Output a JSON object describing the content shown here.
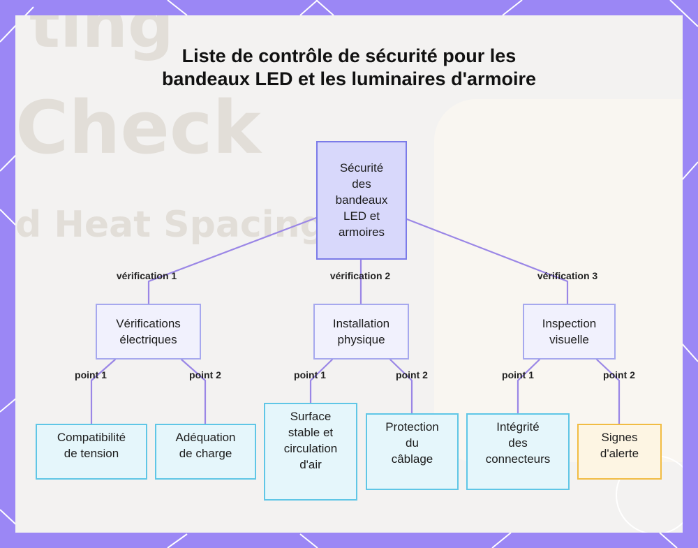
{
  "title": "Liste de contrôle de sécurité pour les bandeaux LED et les luminaires d'armoire",
  "background_text": [
    "ting",
    "Check",
    "d Heat Spacing"
  ],
  "colors": {
    "frame": "#9b87f5",
    "panel": "#f3f2f1",
    "edge": "#9a86e6",
    "root_fill": "#d8d8fb",
    "root_border": "#7b7be8",
    "mid_fill": "#f1f1fd",
    "mid_border": "#a6a8ee",
    "leaf_fill": "#e5f6fb",
    "leaf_border": "#5fc6e6",
    "warn_fill": "#fdf5e3",
    "warn_border": "#f1bc43"
  },
  "nodes": {
    "root": "Sécurité\ndes\nbandeaux\nLED et\narmoires",
    "electric": "Vérifications\nélectriques",
    "physical": "Installation\nphysique",
    "visual": "Inspection\nvisuelle",
    "voltage": "Compatibilité\nde tension",
    "load": "Adéquation\nde charge",
    "surface": "Surface\nstable et\ncirculation\nd'air",
    "wiring": "Protection\ndu\ncâblage",
    "connectors": "Intégrité\ndes\nconnecteurs",
    "warnings": "Signes\nd'alerte"
  },
  "edge_labels": {
    "check1": "vérification 1",
    "check2": "vérification 2",
    "check3": "vérification 3",
    "e_point1": "point 1",
    "e_point2": "point 2",
    "p_point1": "point 1",
    "p_point2": "point 2",
    "v_point1": "point 1",
    "v_point2": "point 2"
  }
}
